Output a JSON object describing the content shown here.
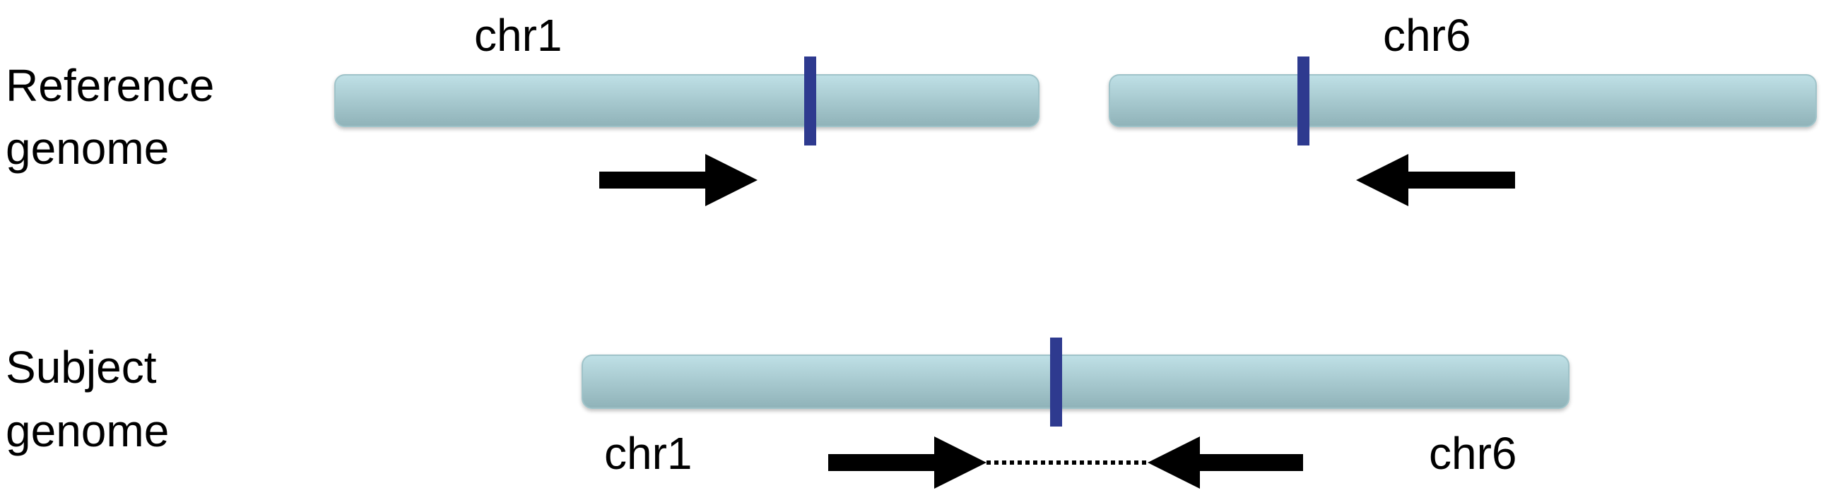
{
  "rows": {
    "reference": {
      "label_line1": "Reference",
      "label_line2": "genome",
      "left_chromosome": "chr1",
      "right_chromosome": "chr6"
    },
    "subject": {
      "label_line1": "Subject",
      "label_line2": "genome",
      "left_chromosome": "chr1",
      "right_chromosome": "chr6"
    }
  },
  "colors": {
    "chromosome_light": "#bfe0e6",
    "chromosome_dark": "#8fb2b8",
    "chromosome_edge": "#9fc3c9",
    "breakpoint": "#2e3a8f",
    "arrow": "#000000",
    "connector": "#000000"
  }
}
